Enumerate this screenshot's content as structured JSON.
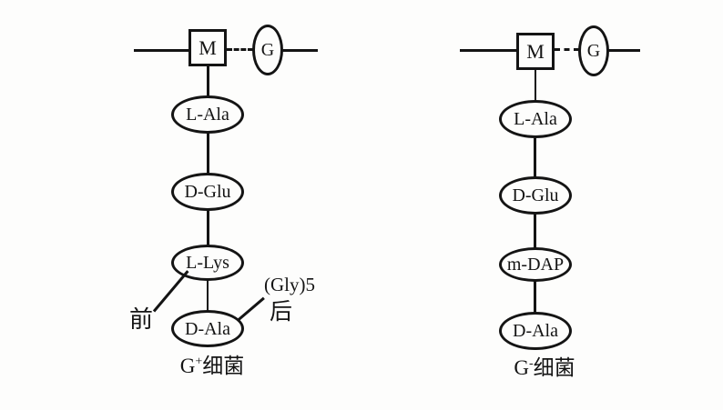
{
  "colors": {
    "ink": "#141414",
    "background": "#fdfdfc"
  },
  "left_structure": {
    "backbone": {
      "m_label": "M",
      "g_label": "G"
    },
    "peptide_chain": [
      "L-Ala",
      "D-Glu",
      "L-Lys",
      "D-Ala"
    ],
    "annotations": {
      "front_label": "前",
      "bridge_label": "(Gly)5",
      "back_label": "后"
    },
    "caption": {
      "base": "G",
      "superscript": "+",
      "suffix": "细菌"
    }
  },
  "right_structure": {
    "backbone": {
      "m_label": "M",
      "g_label": "G"
    },
    "peptide_chain": [
      "L-Ala",
      "D-Glu",
      "m-DAP",
      "D-Ala"
    ],
    "caption": {
      "base": "G",
      "superscript": "-",
      "suffix": "细菌"
    }
  }
}
